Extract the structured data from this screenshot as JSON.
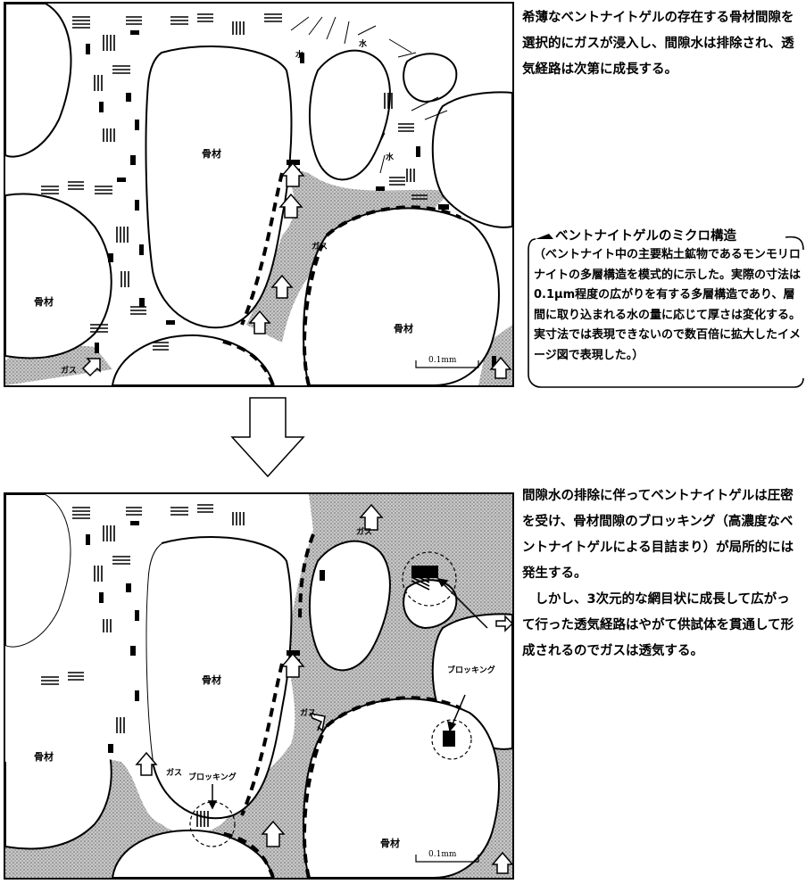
{
  "top_text": "希薄なベントナイトゲルの存在する骨材間隙を選択的にガスが浸入し、間隙水は排除され、透気経路は次第に成長する。",
  "note": {
    "title": "ベントナイトゲルのミクロ構造",
    "body": "（ベントナイト中の主要粘土鉱物であるモンモリロナイトの多層構造を模式的に示した。実際の寸法は0.1μm程度の広がりを有する多層構造であり、層間に取り込まれる水の量に応じて厚さは変化する。実寸法では表現できないので数百倍に拡大したイメージ図で表現した。）"
  },
  "bottom_text": [
    "間隙水の排除に伴ってベントナイトゲルは圧密を受け、骨材間隙のブロッキング（高濃度なベントナイトゲルによる目詰まり）が局所的には発生する。",
    "しかし、3次元的な網目状に成長して広がって行った透気経路はやがて供試体を貫通して形成されるのでガスは透気する。"
  ],
  "labels": {
    "aggregate": "骨材",
    "gas": "ガス",
    "water": "水",
    "blocking": "ブロッキング",
    "scale": "0.1mm"
  },
  "colors": {
    "gas_fill": "#b8b8b8",
    "line": "#000000"
  }
}
